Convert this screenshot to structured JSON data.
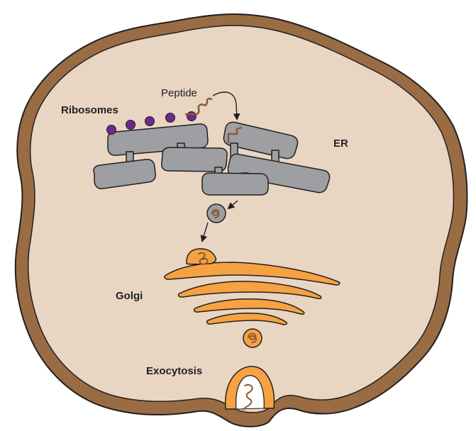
{
  "diagram": {
    "labels": {
      "ribosomes": "Ribosomes",
      "peptide": "Peptide",
      "er": "ER",
      "golgi": "Golgi",
      "exocytosis": "Exocytosis"
    },
    "colors": {
      "cell_membrane": "#9a6c43",
      "membrane_outline": "#231f20",
      "cytoplasm": "#e8d6c3",
      "er_membrane": "#9d9fa2",
      "golgi": "#f6a243",
      "ribosome": "#6b2a8a",
      "peptide": "#8c5a32",
      "vesicle": "#9d9fa2",
      "arrow": "#231f20",
      "exocytosis_interior": "#ffffff"
    },
    "icons": {
      "ribosome": "circle",
      "vesicle": "circle-with-peptide",
      "arrow": "arrow-down-left"
    }
  }
}
